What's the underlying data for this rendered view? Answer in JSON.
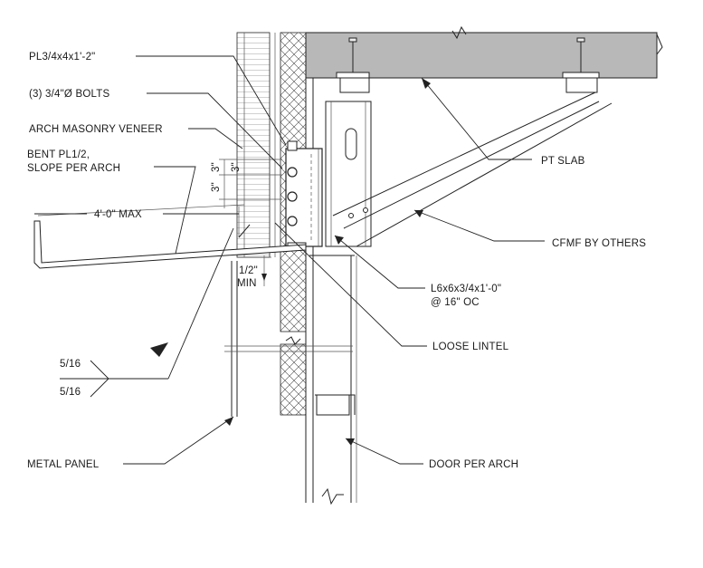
{
  "labels": {
    "plate": "PL3/4x4x1'-2\"",
    "bolts": "(3) 3/4\"Ø BOLTS",
    "veneer": "ARCH MASONRY VENEER",
    "bent_pl_1": "BENT PL1/2,",
    "bent_pl_2": "SLOPE PER ARCH",
    "max_dim": "4'-0\" MAX",
    "dim_3a": "3\"",
    "dim_3b": "3\"",
    "dim_3c": "3\"",
    "min_1": "1/2\"",
    "min_2": "MIN",
    "weld_top": "5/16",
    "weld_bottom": "5/16",
    "metal_panel": "METAL PANEL",
    "pt_slab": "PT SLAB",
    "cfmf": "CFMF BY OTHERS",
    "angle_1": "L6x6x3/4x1'-0\"",
    "angle_2": "@ 16\" OC",
    "loose_lintel": "LOOSE LINTEL",
    "door": "DOOR PER ARCH"
  },
  "colors": {
    "line": "#222222",
    "slab_fill": "#b8b8b8",
    "background": "#ffffff"
  }
}
